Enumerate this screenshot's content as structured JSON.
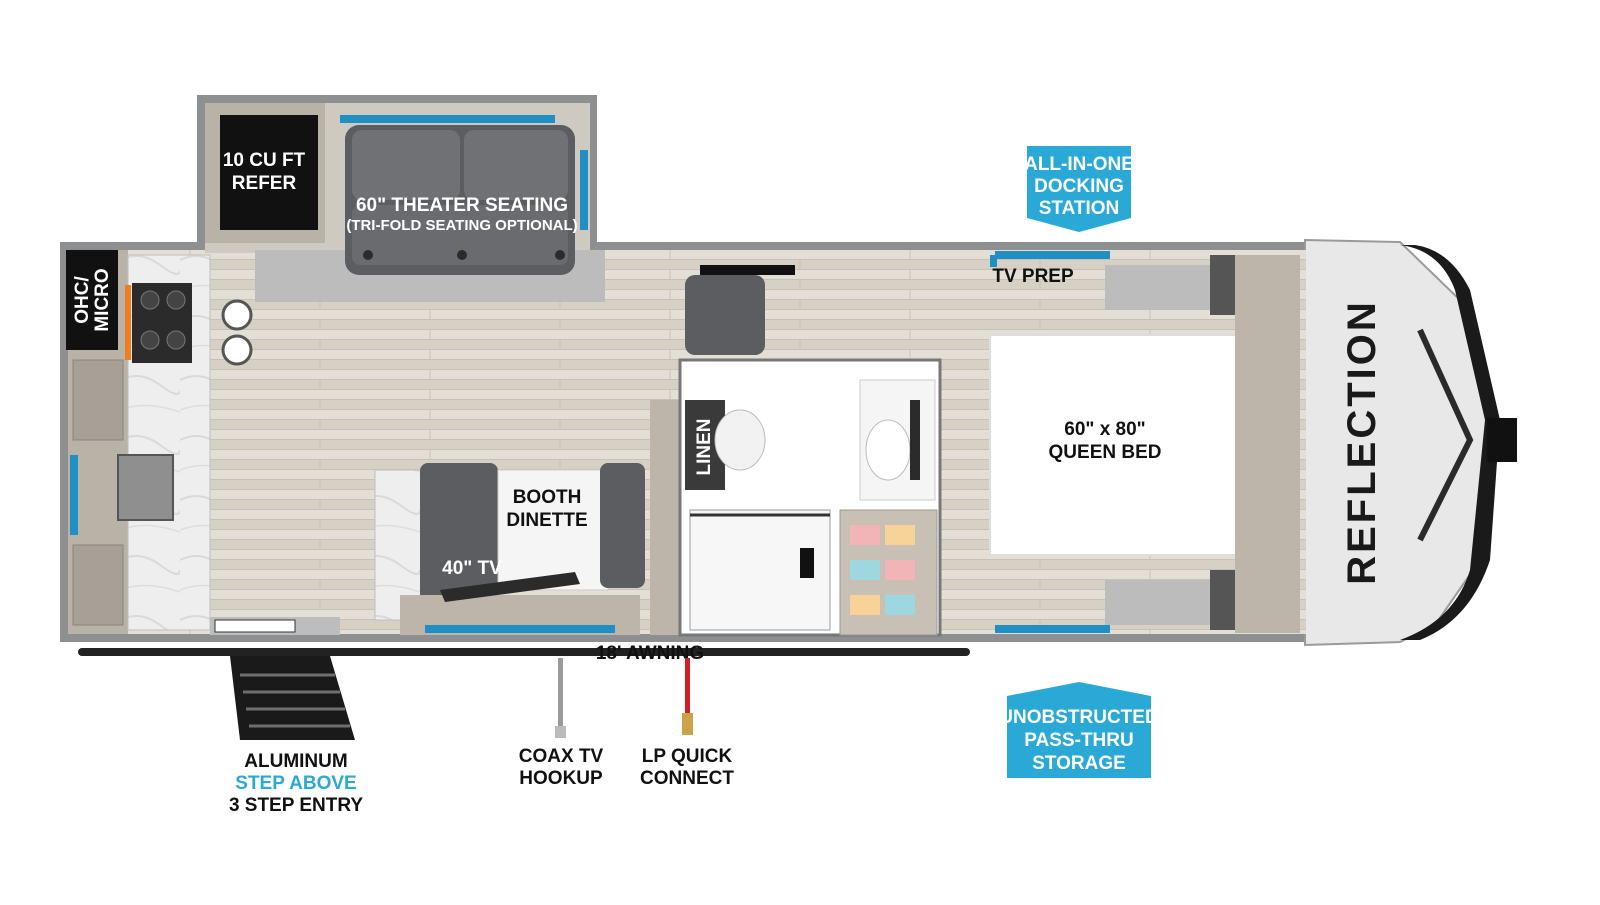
{
  "brand": "REFLECTION",
  "labels": {
    "refer_1": "10 CU FT",
    "refer_2": "REFER",
    "theater_1": "60\" THEATER SEATING",
    "theater_2": "(TRI-FOLD SEATING OPTIONAL)",
    "ohc_1": "OHC/",
    "ohc_2": "MICRO",
    "tv_prep": "TV PREP",
    "linen": "LINEN",
    "booth_1": "BOOTH",
    "booth_2": "DINETTE",
    "tv40": "40\" TV",
    "bed_1": "60\" x 80\"",
    "bed_2": "QUEEN BED",
    "awning": "18' AWNING",
    "step_1": "ALUMINUM",
    "step_2": "STEP ABOVE",
    "step_3": "3 STEP ENTRY",
    "coax_1": "COAX TV",
    "coax_2": "HOOKUP",
    "lp_1": "LP QUICK",
    "lp_2": "CONNECT"
  },
  "callouts": {
    "docking_1": "ALL-IN-ONE",
    "docking_2": "DOCKING",
    "docking_3": "STATION",
    "storage_1": "UNOBSTRUCTED",
    "storage_2": "PASS-THRU",
    "storage_3": "STORAGE"
  },
  "colors": {
    "accent_blue": "#2aa9d6",
    "wall_gray": "#8e8f91",
    "floor_wood": "#dcd6cc",
    "dark": "#1a1a1a",
    "lp_red": "#d21f26"
  }
}
